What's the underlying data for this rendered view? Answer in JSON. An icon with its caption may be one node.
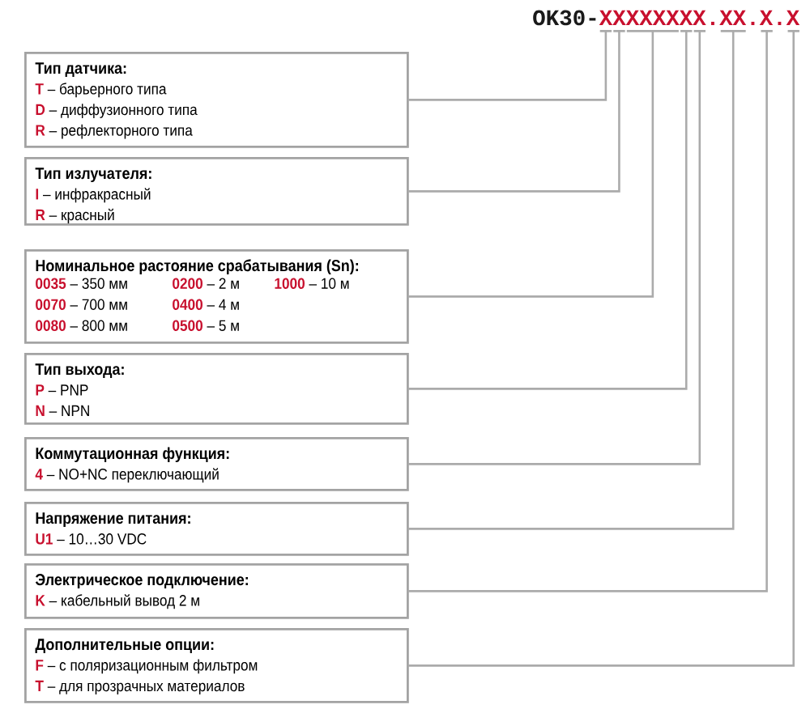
{
  "diagram": {
    "nodes": [
      {
        "text": [
          "OK30-",
          "XXXXXXXX.XX.X.X"
        ]
      },
      {
        "text": [
          "Тип датчика:",
          "**T** – барьерного типа",
          "**D** – диффузионного типа",
          "**R** – рефлекторного типа"
        ]
      },
      {
        "text": [
          "Тип излучателя:",
          "**I** – инфракрасный",
          "**R** – красный"
        ]
      },
      {
        "text": [
          "Номинальное растояние срабатывания (Sn):",
          "**0035** – 350 мм",
          "**0200** – 2 м",
          "**1000** – 10 м",
          "**0070** – 700 мм",
          "**0400** – 4 м",
          "**0080** – 800 мм",
          "**0500** – 5 м"
        ]
      },
      {
        "text": [
          "Тип выхода:",
          "**P** – PNP",
          "**N** – NPN"
        ]
      },
      {
        "text": [
          "Коммутационная функция:",
          "**4** – NO+NC переключающий"
        ]
      },
      {
        "text": [
          "Напряжение питания:",
          "**U1** – 10…30 VDC"
        ]
      },
      {
        "text": [
          "Электрическое подключение:",
          "**K** – кабельный вывод 2 м"
        ]
      },
      {
        "text": [
          "Дополнительные опции:",
          "**F** – с поляризационным фильтром",
          "**T** – для прозрачных материалов"
        ]
      }
    ],
    "edges": [
      {
        "from": 1,
        "to": 0,
        "arrow": "none"
      },
      {
        "from": 2,
        "to": 0,
        "arrow": "none"
      },
      {
        "from": 3,
        "to": 0,
        "arrow": "none"
      },
      {
        "from": 4,
        "to": 0,
        "arrow": "none"
      },
      {
        "from": 5,
        "to": 0,
        "arrow": "none"
      },
      {
        "from": 6,
        "to": 0,
        "arrow": "none"
      },
      {
        "from": 7,
        "to": 0,
        "arrow": "none"
      },
      {
        "from": 8,
        "to": 0,
        "arrow": "none"
      }
    ]
  }
}
